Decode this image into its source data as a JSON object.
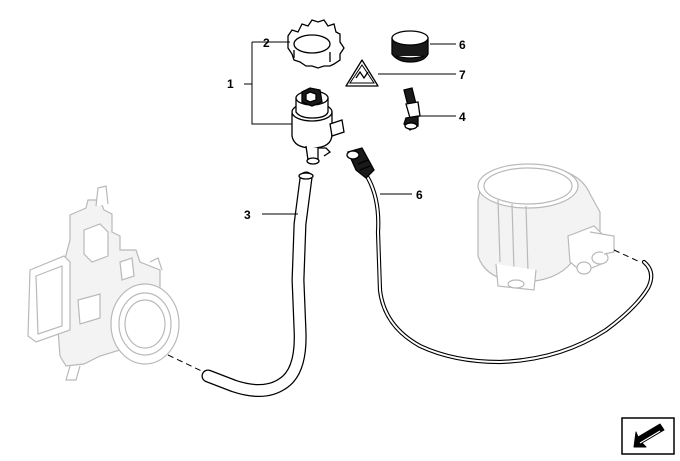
{
  "callouts": {
    "c1": "1",
    "c2": "2",
    "c3": "3",
    "c4": "4",
    "c6_top": "6",
    "c6_mid": "6",
    "c7": "7"
  },
  "icons": {
    "warning_triangle": "warning-triangle-icon",
    "corner_arrow": "arrow-down-left-icon"
  }
}
